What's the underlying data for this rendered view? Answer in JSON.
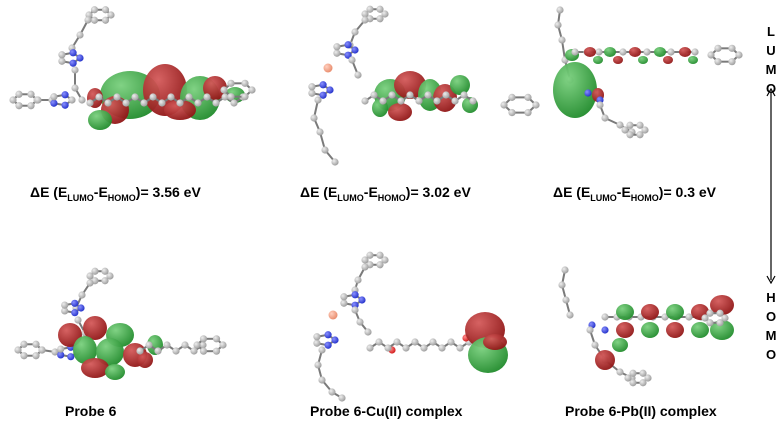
{
  "panels": [
    {
      "id": "probe6",
      "lumo_orbital": "LUMO",
      "homo_orbital": "HOMO"
    },
    {
      "id": "cu",
      "lumo_orbital": "LUMO",
      "homo_orbital": "HOMO"
    },
    {
      "id": "pb",
      "lumo_orbital": "LUMO",
      "homo_orbital": "HOMO"
    }
  ],
  "gap_labels": [
    {
      "delta": "ΔE",
      "open": " (E",
      "sub1": "LUMO",
      "dash": "-E",
      "sub2": "HOMO",
      "close": ")",
      "value": "= 3.56 eV"
    },
    {
      "delta": "ΔE",
      "open": " (E",
      "sub1": "LUMO",
      "dash": "-E",
      "sub2": "HOMO",
      "close": ")",
      "value": "= 3.02 eV"
    },
    {
      "delta": "ΔE",
      "open": " (E",
      "sub1": "LUMO",
      "dash": "-E",
      "sub2": "HOMO",
      "close": ")",
      "value": "= 0.3 eV"
    }
  ],
  "probe_labels": [
    "Probe 6",
    "Probe 6-Cu(II) complex",
    "Probe 6-Pb(II) complex"
  ],
  "side_axis": {
    "top_letters": [
      "L",
      "U",
      "M",
      "O"
    ],
    "bottom_letters": [
      "H",
      "O",
      "M",
      "O"
    ]
  },
  "colors": {
    "lobe_green": "#1f8a2a",
    "lobe_red": "#8e1414",
    "carbon": "#9a9a9a",
    "nitrogen": "#2230c8",
    "oxygen": "#d01818",
    "copper": "#e88a6a"
  }
}
